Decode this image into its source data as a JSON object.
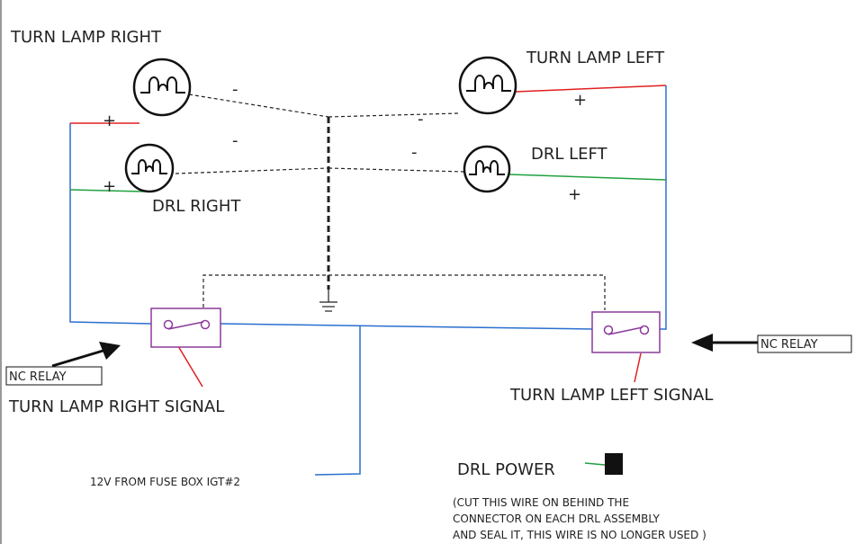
{
  "labels": {
    "turn_lamp_right": "TURN LAMP RIGHT",
    "turn_lamp_left": "TURN LAMP LEFT",
    "drl_right": "DRL RIGHT",
    "drl_left": "DRL LEFT",
    "nc_relay_left": "NC RELAY",
    "nc_relay_right": "NC RELAY",
    "turn_signal_right": "TURN LAMP RIGHT SIGNAL",
    "turn_signal_left": "TURN LAMP LEFT SIGNAL",
    "fuse_box": "12V FROM FUSE BOX IGT#2",
    "drl_power": "DRL POWER",
    "note_line1": "(CUT THIS WIRE ON BEHIND THE",
    "note_line2": "CONNECTOR ON EACH DRL ASSEMBLY",
    "note_line3": "AND SEAL IT, THIS WIRE IS NO LONGER USED )"
  },
  "polarity": {
    "plus": "+",
    "minus": "-"
  },
  "colors": {
    "positive_wire": "#e02020",
    "drl_wire": "#20a040",
    "supply_wire": "#2a6fd0",
    "relay_box": "#8a3a9a",
    "ground_wire": "#222222"
  }
}
